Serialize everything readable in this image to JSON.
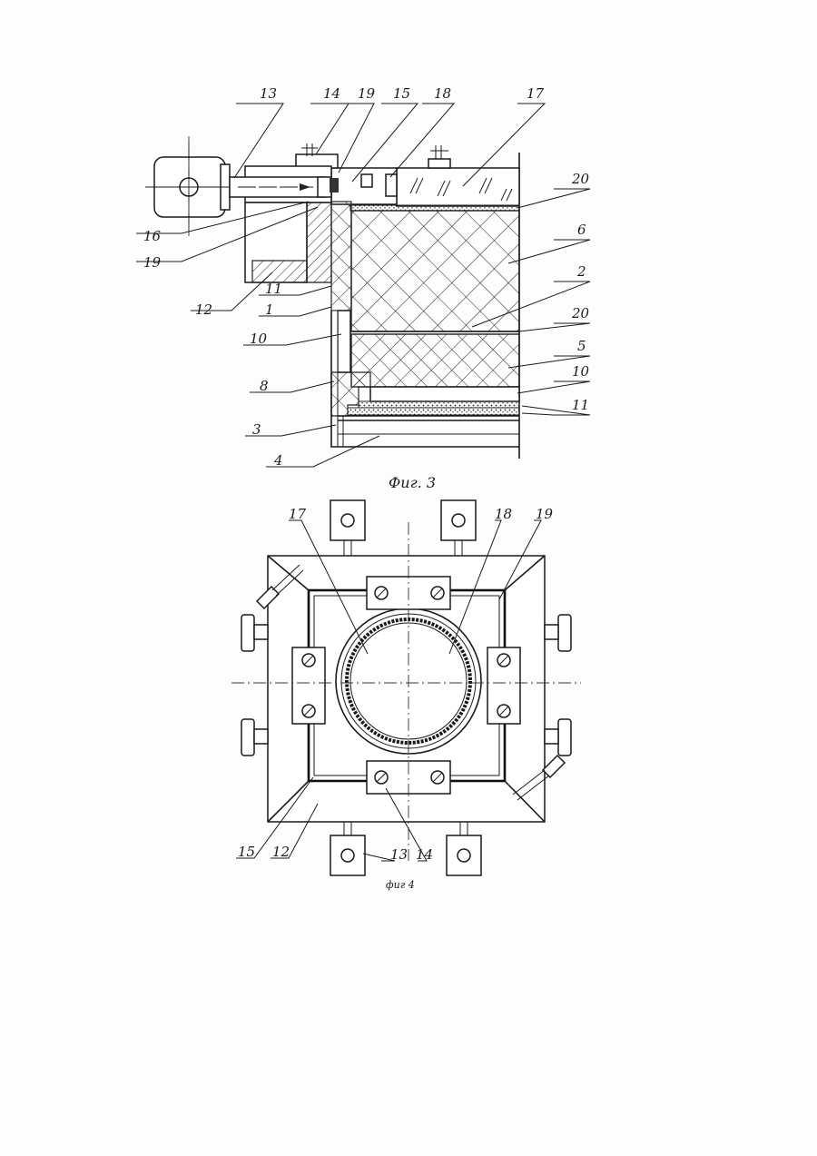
{
  "figures": [
    {
      "caption": "Фиг. 3",
      "labels": [
        "13",
        "14",
        "19",
        "15",
        "18",
        "17",
        "20",
        "6",
        "2",
        "20",
        "5",
        "10",
        "11",
        "16",
        "19",
        "12",
        "11",
        "1",
        "10",
        "8",
        "3",
        "4"
      ]
    },
    {
      "caption": "фиг 4",
      "labels": [
        "17",
        "18",
        "19",
        "15",
        "12",
        "13",
        "14"
      ]
    }
  ]
}
